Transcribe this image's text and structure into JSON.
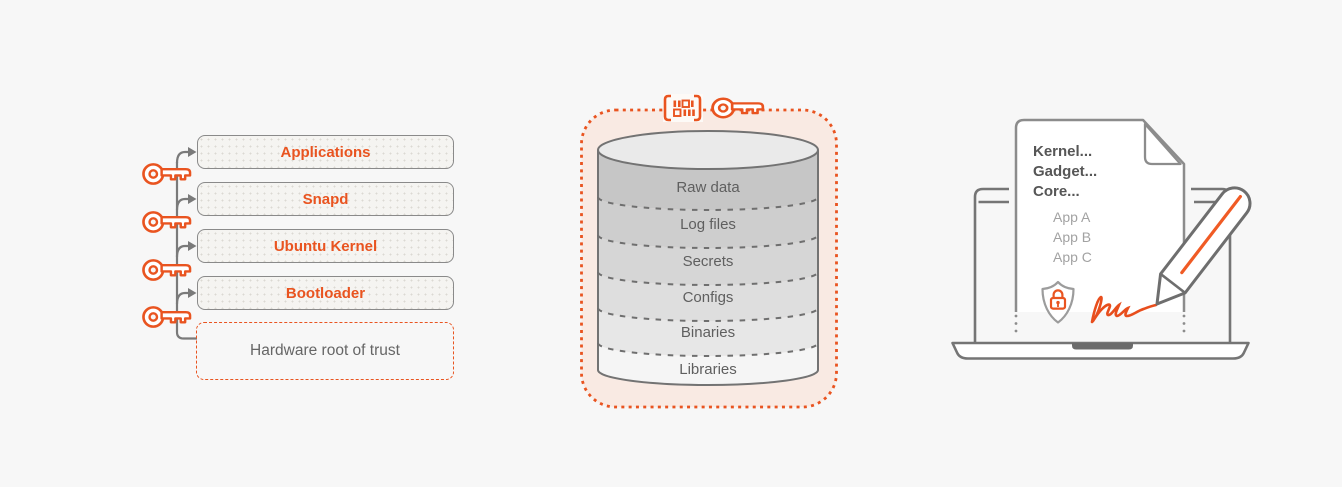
{
  "secure_boot": {
    "layers": [
      "Applications",
      "Snapd",
      "Ubuntu Kernel",
      "Bootloader"
    ],
    "root": "Hardware root of trust"
  },
  "storage": {
    "layers": [
      "Raw data",
      "Log files",
      "Secrets",
      "Configs",
      "Binaries",
      "Libraries"
    ]
  },
  "manifest": {
    "system_items": [
      "Kernel...",
      "Gadget...",
      "Core..."
    ],
    "app_items": [
      "App A",
      "App B",
      "App C"
    ]
  },
  "icons": {
    "boot_chain_keys": "key-icon",
    "storage_badge": "hash-fingerprint-icon",
    "storage_key": "key-icon",
    "manifest_shield": "shield-lock-icon",
    "manifest_pencil": "pencil-icon",
    "manifest_signature": "signature-scribble"
  },
  "colors": {
    "accent_orange": "#E95420",
    "background": "#F7F7F7",
    "storage_panel_fill": "#F9EAE3",
    "outline_gray": "#7A7A7A",
    "text_dark": "#565656",
    "text_muted": "#A2A2A2"
  }
}
